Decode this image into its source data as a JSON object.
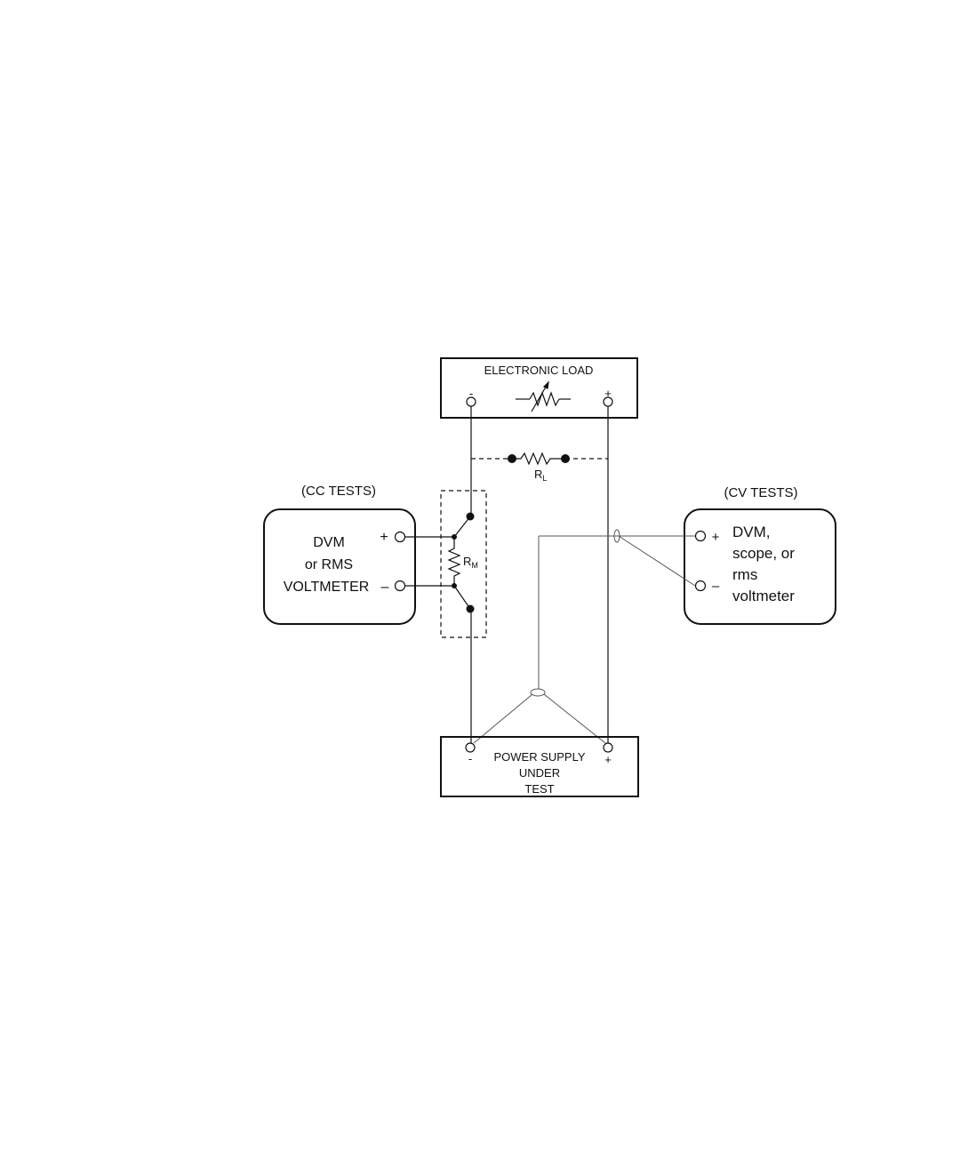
{
  "electronic_load": {
    "title": "ELECTRONIC LOAD",
    "minus": "-",
    "plus": "+"
  },
  "power_supply": {
    "line1": "POWER SUPPLY",
    "line2": "UNDER",
    "line3": "TEST",
    "minus": "-",
    "plus": "+"
  },
  "load_resistor": {
    "symbol": "R",
    "subscript": "L"
  },
  "monitor_resistor": {
    "symbol": "R",
    "subscript": "M"
  },
  "cc_tests": {
    "caption": "(CC TESTS)",
    "line1": "DVM",
    "line2": "or RMS",
    "line3": "VOLTMETER",
    "plus": "+",
    "minus": "–"
  },
  "cv_tests": {
    "caption": "(CV TESTS)",
    "line1": "DVM,",
    "line2": "scope, or",
    "line3": "rms",
    "line4": "voltmeter",
    "plus": "+",
    "minus": "–"
  }
}
